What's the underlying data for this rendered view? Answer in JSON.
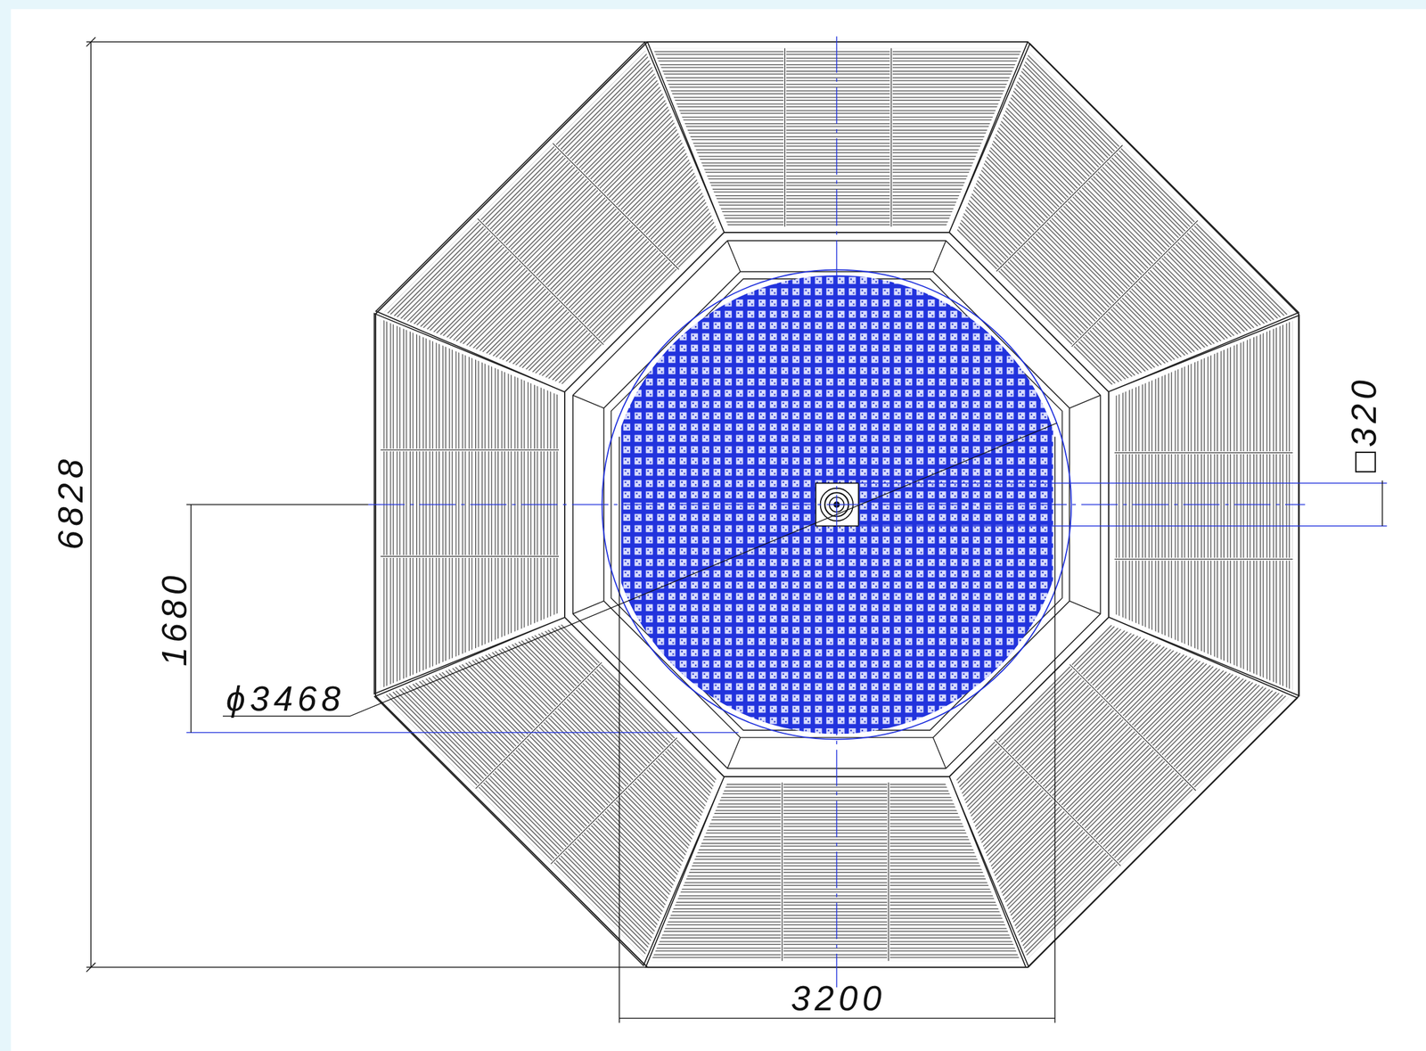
{
  "diagram": {
    "labels": [
      "6828",
      "1680",
      "ϕ3468",
      "3200",
      "□320"
    ]
  }
}
